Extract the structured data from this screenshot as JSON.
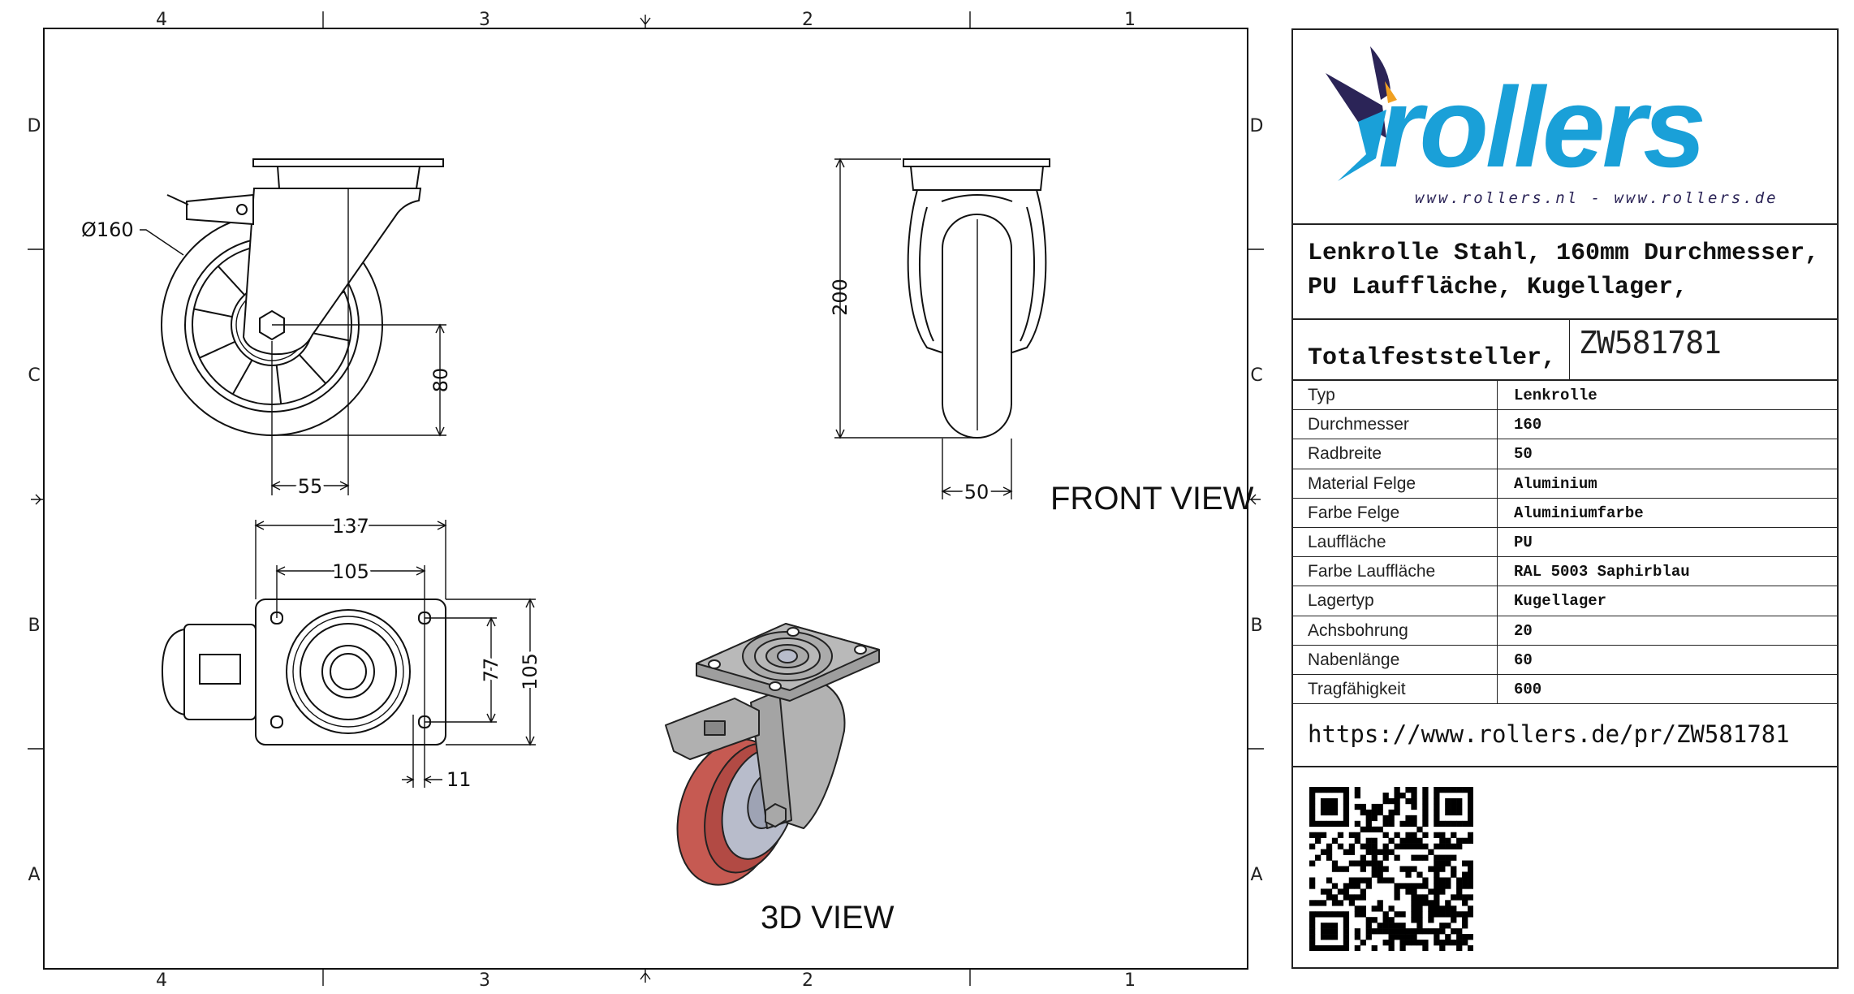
{
  "border_zones": {
    "columns": [
      "4",
      "3",
      "2",
      "1"
    ],
    "rows": [
      "D",
      "C",
      "B",
      "A"
    ]
  },
  "drawing": {
    "dimensions": {
      "wheel_diameter": "Ø160",
      "axle_offset": "55",
      "axle_height": "80",
      "plate_length": "137",
      "hole_spacing_length": "105",
      "hole_spacing_width": "77",
      "plate_width": "105",
      "hole_diameter": "11",
      "overall_height": "200",
      "wheel_width": "50"
    },
    "views": {
      "front": "FRONT VIEW",
      "iso": "3D VIEW"
    }
  },
  "title_block": {
    "logo_text": "rollers",
    "logo_urls": "www.rollers.nl  -  www.rollers.de",
    "description_lines": [
      "Lenkrolle Stahl, 160mm Durchmesser,",
      "PU Lauffläche, Kugellager,",
      "Totalfeststeller,"
    ],
    "article_number": "ZW581781",
    "specs": [
      {
        "label": "Typ",
        "value": "Lenkrolle"
      },
      {
        "label": "Durchmesser",
        "value": "160"
      },
      {
        "label": "Radbreite",
        "value": "50"
      },
      {
        "label": "Material Felge",
        "value": "Aluminium"
      },
      {
        "label": "Farbe Felge",
        "value": "Aluminiumfarbe"
      },
      {
        "label": "Lauffläche",
        "value": "PU"
      },
      {
        "label": "Farbe Lauffläche",
        "value": "RAL 5003 Saphirblau"
      },
      {
        "label": "Lagertyp",
        "value": "Kugellager"
      },
      {
        "label": "Achsbohrung",
        "value": "20"
      },
      {
        "label": "Nabenlänge",
        "value": "60"
      },
      {
        "label": "Tragfähigkeit",
        "value": "600"
      }
    ],
    "url": "https://www.rollers.de/pr/ZW581781",
    "colors": {
      "logo_blue": "#1aa0d8",
      "logo_navy": "#2b2457",
      "logo_orange": "#f0a020",
      "tread_red": "#c65a52"
    }
  }
}
